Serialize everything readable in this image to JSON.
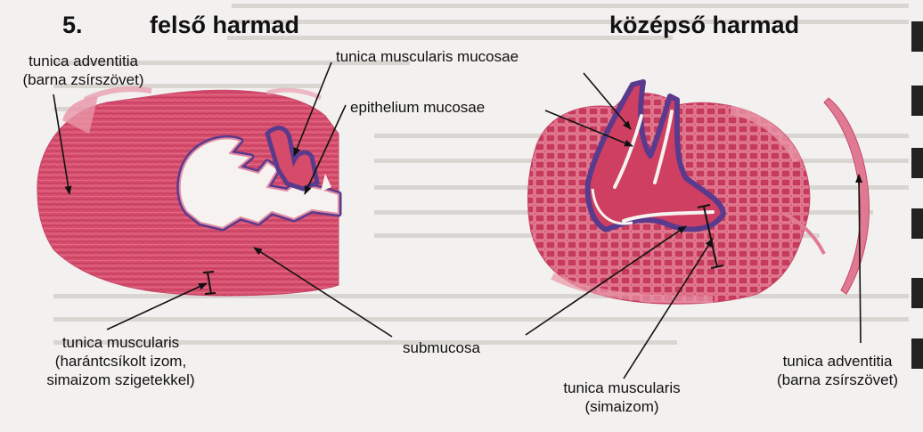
{
  "figure_number": "5.",
  "headings": {
    "upper": "felső harmad",
    "middle": "középső harmad"
  },
  "labels": {
    "upper_adventitia_line1": "tunica adventitia",
    "upper_adventitia_line2": "(barna zsírszövet)",
    "musc_mucosae": "tunica muscularis mucosae",
    "epithelium": "epithelium mucosae",
    "upper_muscularis_line1": "tunica muscularis",
    "upper_muscularis_line2": "(harántcsíkolt izom,",
    "upper_muscularis_line3": "simaizom szigetekkel)",
    "submucosa": "submucosa",
    "middle_muscularis_line1": "tunica muscularis",
    "middle_muscularis_line2": "(simaizom)",
    "middle_adventitia_line1": "tunica adventitia",
    "middle_adventitia_line2": "(barna zsírszövet)"
  },
  "colors": {
    "tissue_pink": "#d9506f",
    "tissue_dark": "#8a2248",
    "epithelium_purple": "#5a3a8c",
    "background": "#f3f1ef"
  }
}
